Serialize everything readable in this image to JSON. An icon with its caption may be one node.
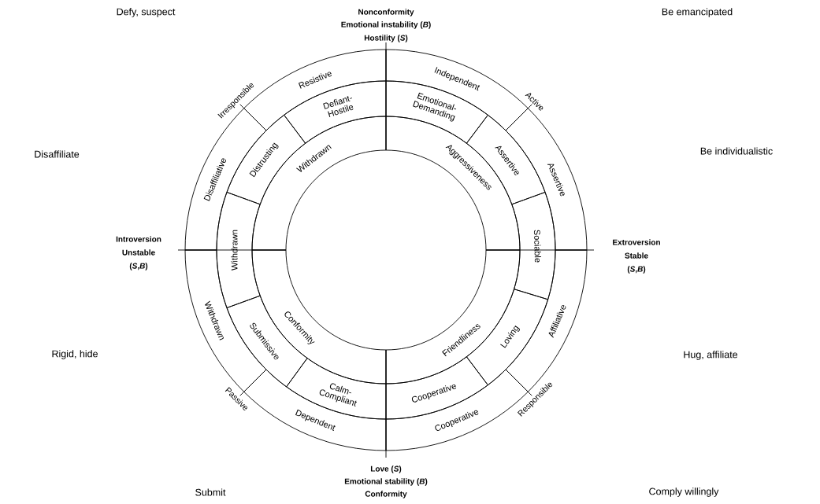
{
  "diagram": {
    "nodes": [
      {
        "text": [
          "Withdrawn"
        ]
      },
      {
        "text": [
          "Aggressiveness"
        ]
      },
      {
        "text": [
          "Conformity"
        ]
      },
      {
        "text": [
          "Friendliness"
        ]
      },
      {
        "text": [
          "Defiant- Hostile"
        ]
      },
      {
        "text": [
          "Emotional- Demanding"
        ]
      },
      {
        "text": [
          "Distrusting"
        ]
      },
      {
        "text": [
          "Assertive"
        ]
      },
      {
        "text": [
          "Withdrawn"
        ]
      },
      {
        "text": [
          "Sociable"
        ]
      },
      {
        "text": [
          "Submissive"
        ]
      },
      {
        "text": [
          "Loving"
        ]
      },
      {
        "text": [
          "Calm- Compliant"
        ]
      },
      {
        "text": [
          "Cooperative"
        ]
      },
      {
        "text": [
          "Resistive"
        ]
      },
      {
        "text": [
          "Independent"
        ]
      },
      {
        "text": [
          "Disaffiliative"
        ]
      },
      {
        "text": [
          "Assertive"
        ]
      },
      {
        "text": [
          "Withdrawn"
        ]
      },
      {
        "text": [
          "Affiliative"
        ]
      },
      {
        "text": [
          "Dependent"
        ]
      },
      {
        "text": [
          "Cooperative"
        ]
      },
      {
        "text": [
          "Irresponsible"
        ]
      },
      {
        "text": [
          "Active"
        ]
      },
      {
        "text": [
          "Passive"
        ]
      },
      {
        "text": [
          "Responsible"
        ]
      }
    ],
    "edges": [
      {
        "from": 22,
        "to": 6,
        "arrow": "none"
      },
      {
        "from": 23,
        "to": 7,
        "arrow": "none"
      },
      {
        "from": 24,
        "to": 10,
        "arrow": "none"
      },
      {
        "from": 25,
        "to": 11,
        "arrow": "none"
      }
    ],
    "labels": [
      "Defy, suspect",
      "Nonconformity",
      "Be emancipated",
      "Emotional instability (*B*)",
      "Hostility (*S*)",
      "Disaffiliate",
      "Be individualistic",
      "Introversion",
      "Extroversion",
      "Unstable",
      "Stable",
      "(*S*,*B*)",
      "(*S*,*B*)",
      "Rigid, hide",
      "Hug, affiliate",
      "Love (*S*)",
      "Submit",
      "Comply willingly",
      "Emotional stability (*B*)",
      "Conformity"
    ]
  }
}
